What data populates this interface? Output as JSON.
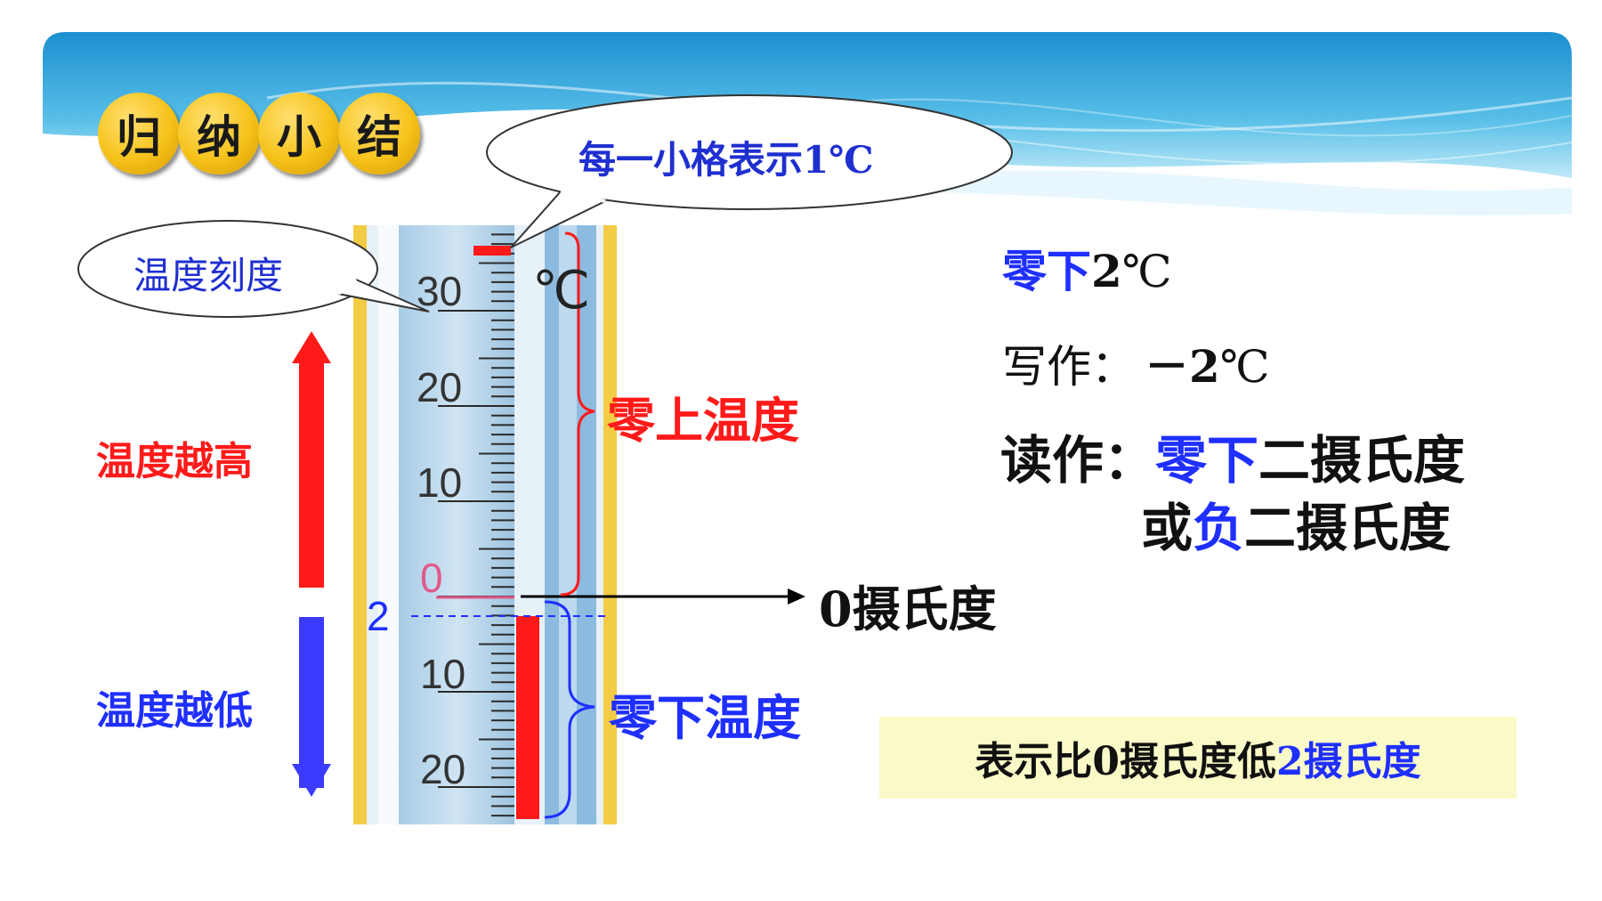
{
  "title": {
    "chars": [
      "归",
      "纳",
      "小",
      "结"
    ]
  },
  "callouts": {
    "scale_unit": "每一小格表示1℃",
    "scale_label": "温度刻度"
  },
  "thermometer": {
    "unit": "℃",
    "upper_ticks": [
      "30",
      "20",
      "10",
      "0"
    ],
    "lower_ticks": [
      "10",
      "20"
    ],
    "marker_value": "2",
    "above_zero_label": "零上温度",
    "below_zero_label": "零下温度",
    "zero_pointer_label": "0摄氏度"
  },
  "arrows": {
    "up_label": "温度越高",
    "down_label": "温度越低"
  },
  "explanation": {
    "line1_prefix": "零下",
    "line1_value": "2",
    "line1_unit": "℃",
    "line2_prefix": "写作：",
    "line2_value": "－2",
    "line2_unit": "℃",
    "line3_prefix": "读作：",
    "line3_highlight": "零下",
    "line3_rest": "二摄氏度",
    "line4_start": "或",
    "line4_highlight": "负",
    "line4_rest": "二摄氏度"
  },
  "summary_box": {
    "text_before": "表示比0摄氏度低",
    "text_highlight": "2摄氏度"
  },
  "colors": {
    "red": "#ff1a1a",
    "blue": "#1f2fff",
    "banner_blue": "#2aa3dc",
    "summary_bg": "#fafac8"
  }
}
